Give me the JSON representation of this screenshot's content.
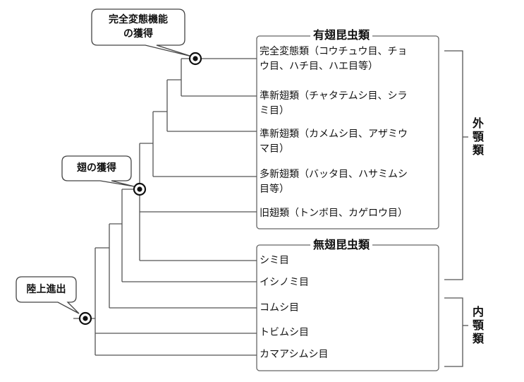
{
  "events": {
    "complete_metamorphosis": [
      "完全変態機能",
      "の獲得"
    ],
    "wings": "翅の獲得",
    "land": "陸上進出"
  },
  "groups": {
    "winged": "有翅昆虫類",
    "wingless": "無翅昆虫類"
  },
  "taxa": [
    {
      "lines": [
        "完全変態類（コウチュウ目、チョ",
        "ウ目、ハチ目、ハエ目等）"
      ]
    },
    {
      "lines": [
        "準新翅類（チャタテムシ目、シラ",
        "ミ目）"
      ]
    },
    {
      "lines": [
        "準新翅類（カメムシ目、アザミウ",
        "マ目）"
      ]
    },
    {
      "lines": [
        "多新翅類（バッタ目、ハサミムシ",
        "目等）"
      ]
    },
    {
      "lines": [
        "旧翅類（トンボ目、カゲロウ目）"
      ]
    },
    {
      "lines": [
        "シミ目"
      ]
    },
    {
      "lines": [
        "イシノミ目"
      ]
    },
    {
      "lines": [
        "コムシ目"
      ]
    },
    {
      "lines": [
        "トビムシ目"
      ]
    },
    {
      "lines": [
        "カマアシムシ目"
      ]
    }
  ],
  "brackets": {
    "ectognatha": [
      "外",
      "顎",
      "類"
    ],
    "entognatha": [
      "内",
      "顎",
      "類"
    ]
  },
  "colors": {
    "line": "#555555",
    "text": "#111111",
    "node": "#111111"
  },
  "icons": [
    "node-marker-icon"
  ]
}
